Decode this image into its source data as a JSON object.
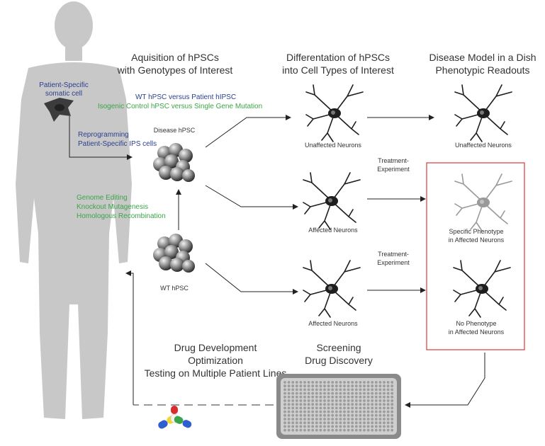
{
  "headings": {
    "acquisition_1": "Aquisition of hPSCs",
    "acquisition_2": "with Genotypes of Interest",
    "differentiation_1": "Differentation of hPSCs",
    "differentiation_2": "into Cell Types of Interest",
    "disease_model_1": "Disease Model in a Dish",
    "disease_model_2": "Phenotypic Readouts",
    "drug_dev_1": "Drug Development",
    "drug_dev_2": "Optimization",
    "drug_dev_3": "Testing on Multiple Patient Lines",
    "screening_1": "Screening",
    "screening_2": "Drug Discovery"
  },
  "labels": {
    "patient_cell_1": "Patient-Specific",
    "patient_cell_2": "somatic cell",
    "wt_vs_patient": "WT hPSC versus Patient hIPSC",
    "isogenic": "Isogenic Control hPSC versus Single Gene Mutation",
    "reprogramming_1": "Reprogramming",
    "reprogramming_2": "Patient-Specific IPS cells",
    "genome_1": "Genome Editing",
    "genome_2": "Knockout Mutagenesis",
    "genome_3": "Homologous Recombination",
    "disease_hpsc": "Disease hPSC",
    "wt_hpsc": "WT hPSC",
    "unaffected_neurons_a": "Unaffected Neurons",
    "unaffected_neurons_b": "Unaffected Neurons",
    "affected_neurons_a": "Affected Neurons",
    "affected_neurons_b": "Affected Neurons",
    "treatment_1a": "Treatment-",
    "treatment_1b": "Experiment",
    "treatment_2a": "Treatment-",
    "treatment_2b": "Experiment",
    "specific_phenotype_1": "Specific Phenotype",
    "specific_phenotype_2": "in Affected  Neurons",
    "no_phenotype_1": "No Phenotype",
    "no_phenotype_2": "in Affected  Neurons"
  },
  "colors": {
    "blue_text": "#2b3f8f",
    "green_text": "#3aa548",
    "highlight_box": "#d93a3a",
    "body_silhouette": "#c8c8c8"
  }
}
